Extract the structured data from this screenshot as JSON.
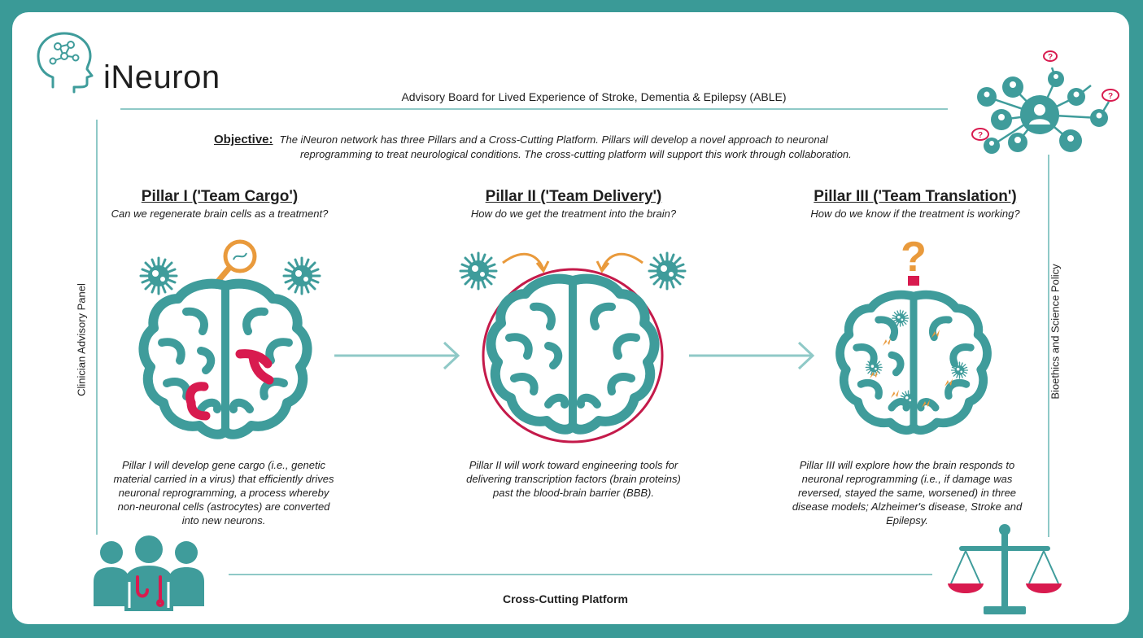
{
  "header": {
    "logo_text": "iNeuron",
    "able_title": "Advisory Board for Lived Experience of Stroke, Dementia & Epilepsy (ABLE)"
  },
  "objective": {
    "label": "Objective:",
    "line1": "The iNeuron network has three Pillars and a Cross-Cutting Platform. Pillars will develop a novel approach to neuronal",
    "line2": "reprogramming to treat neurological conditions. The cross-cutting platform will support this work through collaboration."
  },
  "pillars": [
    {
      "title": "Pillar I ('Team Cargo')",
      "question": "Can we regenerate brain cells as a treatment?",
      "description": "Pillar I will develop gene cargo (i.e., genetic material carried in a virus) that efficiently drives neuronal reprogramming, a process whereby non-neuronal cells (astrocytes) are converted into new neurons."
    },
    {
      "title": "Pillar II ('Team Delivery')",
      "question": "How do we get the treatment into the brain?",
      "description": "Pillar II will work toward engineering tools for delivering transcription factors (brain proteins) past the blood-brain barrier (BBB)."
    },
    {
      "title": "Pillar III ('Team Translation')",
      "question": "How do we know if the treatment is working?",
      "description": "Pillar III will explore how the brain responds to neuronal reprogramming (i.e., if damage was reversed, stayed the same, worsened) in three disease models; Alzheimer's disease, Stroke and Epilepsy."
    }
  ],
  "sides": {
    "left": "Clinician Advisory Panel",
    "right": "Bioethics and Science Policy",
    "bottom": "Cross-Cutting Platform"
  },
  "colors": {
    "teal": "#3f9c9b",
    "light_teal": "#8fc9c7",
    "crimson": "#d81b4f",
    "orange": "#e99a3c",
    "border": "#3a9a97"
  },
  "icons": [
    "head-network-icon",
    "network-people-icon",
    "virus-icon",
    "magnifier-icon",
    "brain-icon",
    "question-mark-icon",
    "clinicians-icon",
    "scales-icon",
    "arrow-right-icon"
  ]
}
